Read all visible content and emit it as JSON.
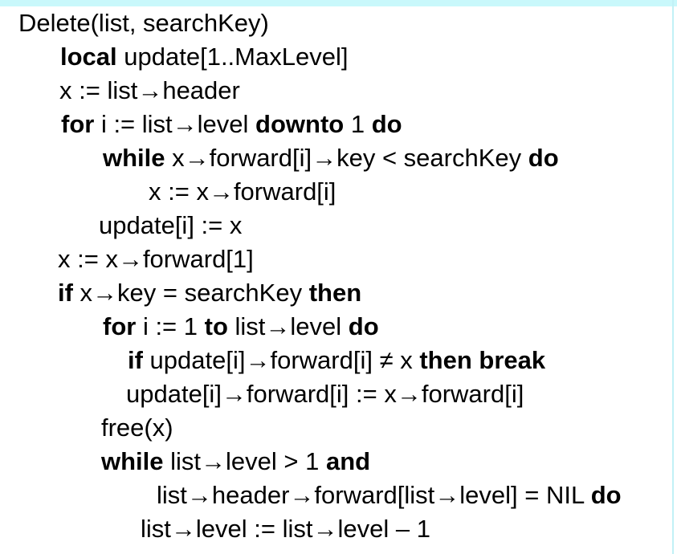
{
  "page": {
    "background_color": "#ffffff",
    "text_color": "#000000",
    "top_border_color": "#c9f8fb",
    "right_border_color": "#c2f1f6"
  },
  "code": {
    "lines": [
      {
        "indent": 23,
        "segments": [
          {
            "text": "Delete(list, searchKey)",
            "bold": false
          }
        ]
      },
      {
        "indent": 75,
        "segments": [
          {
            "text": "local",
            "bold": true
          },
          {
            "text": " update[1..MaxLevel]",
            "bold": false
          }
        ]
      },
      {
        "indent": 74,
        "segments": [
          {
            "text": "x := list→header",
            "bold": false
          }
        ]
      },
      {
        "indent": 76,
        "segments": [
          {
            "text": "for",
            "bold": true
          },
          {
            "text": " i := list→level ",
            "bold": false
          },
          {
            "text": "downto",
            "bold": true
          },
          {
            "text": " 1 ",
            "bold": false
          },
          {
            "text": "do",
            "bold": true
          }
        ]
      },
      {
        "indent": 128,
        "segments": [
          {
            "text": "while",
            "bold": true
          },
          {
            "text": " x→forward[i]→key < searchKey ",
            "bold": false
          },
          {
            "text": "do",
            "bold": true
          }
        ]
      },
      {
        "indent": 185,
        "segments": [
          {
            "text": "x := x→forward[i]",
            "bold": false
          }
        ]
      },
      {
        "indent": 123,
        "segments": [
          {
            "text": "update[i] := x",
            "bold": false
          }
        ]
      },
      {
        "indent": 72,
        "segments": [
          {
            "text": "x := x→forward[1]",
            "bold": false
          }
        ]
      },
      {
        "indent": 72,
        "segments": [
          {
            "text": "if",
            "bold": true
          },
          {
            "text": " x→key = searchKey ",
            "bold": false
          },
          {
            "text": "then",
            "bold": true
          }
        ]
      },
      {
        "indent": 128,
        "segments": [
          {
            "text": "for",
            "bold": true
          },
          {
            "text": " i := 1 ",
            "bold": false
          },
          {
            "text": "to",
            "bold": true
          },
          {
            "text": " list→level ",
            "bold": false
          },
          {
            "text": "do",
            "bold": true
          }
        ]
      },
      {
        "indent": 159,
        "segments": [
          {
            "text": "if",
            "bold": true
          },
          {
            "text": " update[i]→forward[i] ≠ x ",
            "bold": false
          },
          {
            "text": "then break",
            "bold": true
          }
        ]
      },
      {
        "indent": 157,
        "segments": [
          {
            "text": "update[i]→forward[i] := x→forward[i]",
            "bold": false
          }
        ]
      },
      {
        "indent": 126,
        "segments": [
          {
            "text": "free(x)",
            "bold": false
          }
        ]
      },
      {
        "indent": 126,
        "segments": [
          {
            "text": "while",
            "bold": true
          },
          {
            "text": " list→level > 1 ",
            "bold": false
          },
          {
            "text": "and",
            "bold": true
          }
        ]
      },
      {
        "indent": 195,
        "segments": [
          {
            "text": "list→header→forward[list→level] = NIL ",
            "bold": false
          },
          {
            "text": "do",
            "bold": true
          }
        ]
      },
      {
        "indent": 175,
        "segments": [
          {
            "text": "list→level := list→level – 1",
            "bold": false
          }
        ]
      }
    ]
  }
}
